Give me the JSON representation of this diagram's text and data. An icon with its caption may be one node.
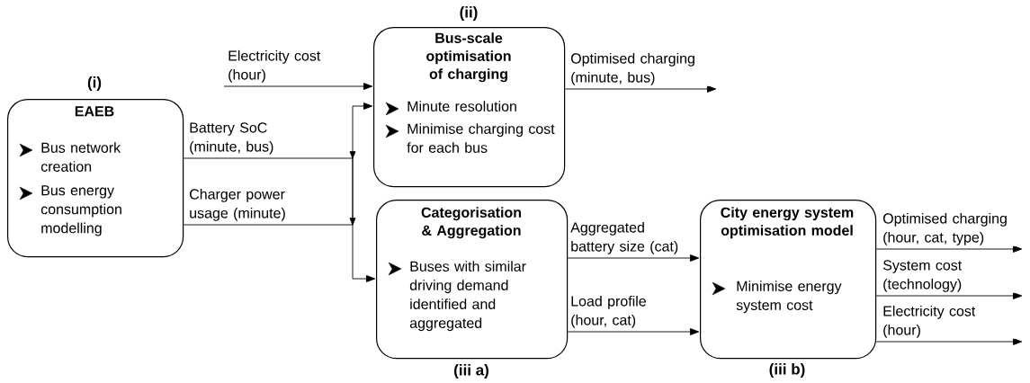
{
  "diagram": {
    "nodes": [
      {
        "text": [
          "(i)",
          "EAEB",
          "Bus network creation",
          "Bus energy consumption modelling"
        ]
      },
      {
        "text": [
          "(ii)",
          "Bus-scale optimisation of charging",
          "Minute resolution",
          "Minimise charging cost for each bus"
        ]
      },
      {
        "text": [
          "Categorisation & Aggregation",
          "Buses with similar driving demand identified and aggregated",
          "(iii a)"
        ]
      },
      {
        "text": [
          "City energy system optimisation model",
          "Minimise energy system cost",
          "(iii b)"
        ]
      }
    ],
    "edges": [
      {
        "from": null,
        "to": 1,
        "arrow": "to",
        "label": "Electricity cost (hour)"
      },
      {
        "from": 0,
        "to": 1,
        "arrow": "to",
        "label": "Battery SoC (minute, bus)"
      },
      {
        "from": 0,
        "to": 2,
        "arrow": "to",
        "label": "Charger power usage (minute)"
      },
      {
        "from": 1,
        "to": null,
        "arrow": "to",
        "label": "Optimised charging (minute, bus)"
      },
      {
        "from": 2,
        "to": 3,
        "arrow": "to",
        "label": "Aggregated battery size (cat)"
      },
      {
        "from": 2,
        "to": 3,
        "arrow": "to",
        "label": "Load profile (hour, cat)"
      },
      {
        "from": 3,
        "to": null,
        "arrow": "to",
        "label": "Optimised charging (hour, cat, type)"
      },
      {
        "from": 3,
        "to": null,
        "arrow": "to",
        "label": "System cost (technology)"
      },
      {
        "from": 3,
        "to": null,
        "arrow": "to",
        "label": "Electricity cost (hour)"
      }
    ]
  }
}
